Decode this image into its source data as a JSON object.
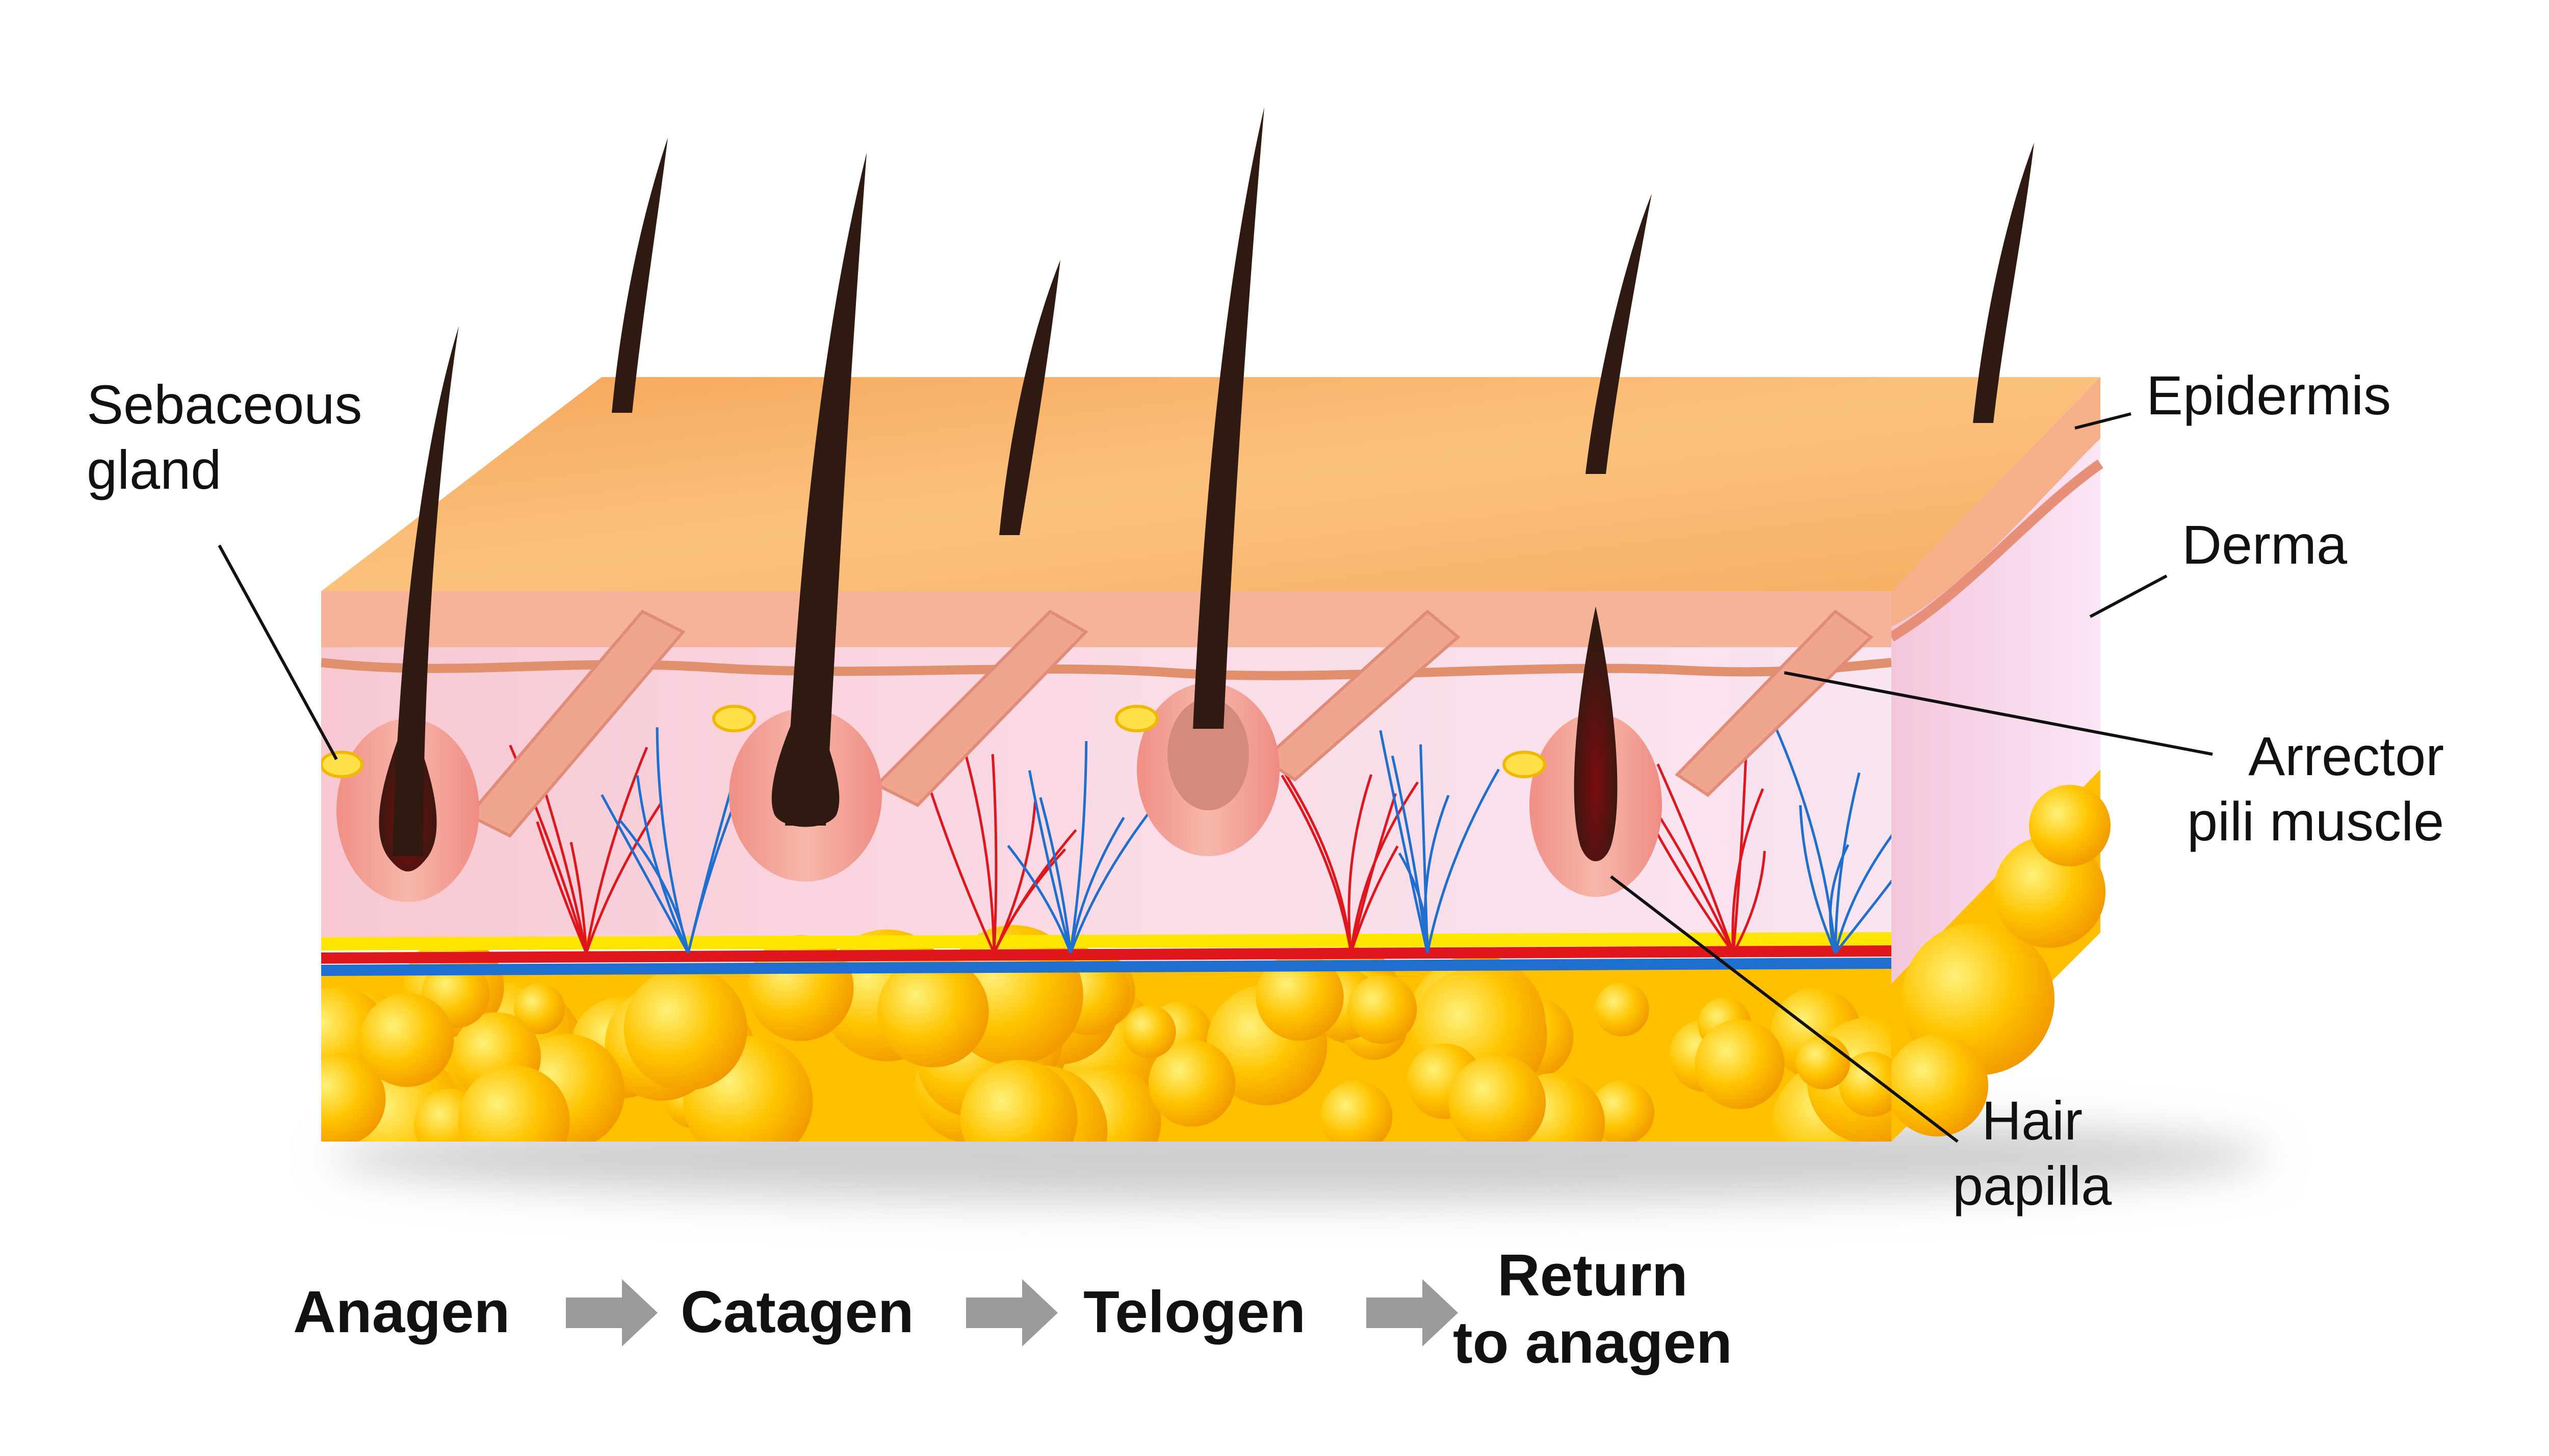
{
  "labels": {
    "sebaceous_gland": [
      "Sebaceous",
      "gland"
    ],
    "epidermis": "Epidermis",
    "derma": "Derma",
    "arrector_pili_muscle": [
      "Arrector",
      "pili muscle"
    ],
    "hair_papilla": [
      "Hair",
      "papilla"
    ]
  },
  "cycle": {
    "anagen": "Anagen",
    "catagen": "Catagen",
    "telogen": "Telogen",
    "return": [
      "Return",
      "to anagen"
    ]
  },
  "colors": {
    "epidermis_top": "#f7b46a",
    "derma": "#f9d3e0",
    "fat": "#ffb800",
    "hair": "#2e1a10",
    "artery": "#e0161d",
    "vein": "#1f6fd0",
    "nerve": "#ffe600",
    "arrow": "#9a9a9a"
  }
}
